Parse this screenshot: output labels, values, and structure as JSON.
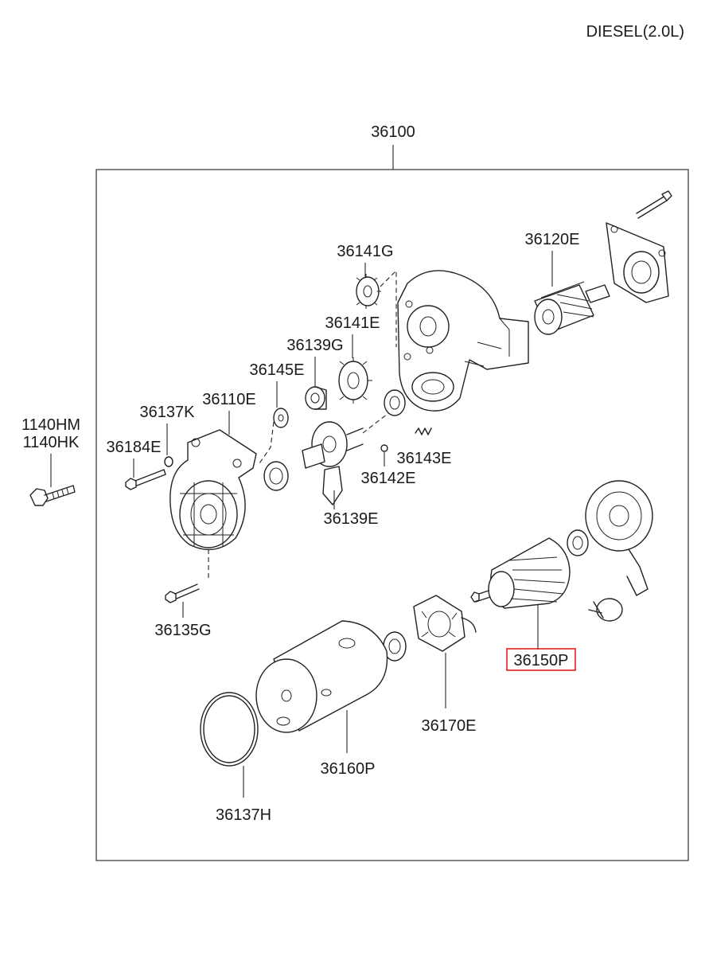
{
  "header": {
    "engine_variant": "DIESEL(2.0L)"
  },
  "assembly": {
    "number": "36100"
  },
  "highlight": {
    "color": "#e02020"
  },
  "parts": {
    "bolt_hm": "1140HM",
    "bolt_hk": "1140HK",
    "p36141G": "36141G",
    "p36120E": "36120E",
    "p36141E": "36141E",
    "p36139G": "36139G",
    "p36145E": "36145E",
    "p36137K": "36137K",
    "p36110E": "36110E",
    "p36184E": "36184E",
    "p36143E": "36143E",
    "p36142E": "36142E",
    "p36139E": "36139E",
    "p36135G": "36135G",
    "p36150P": "36150P",
    "p36170E": "36170E",
    "p36160P": "36160P",
    "p36137H": "36137H"
  }
}
